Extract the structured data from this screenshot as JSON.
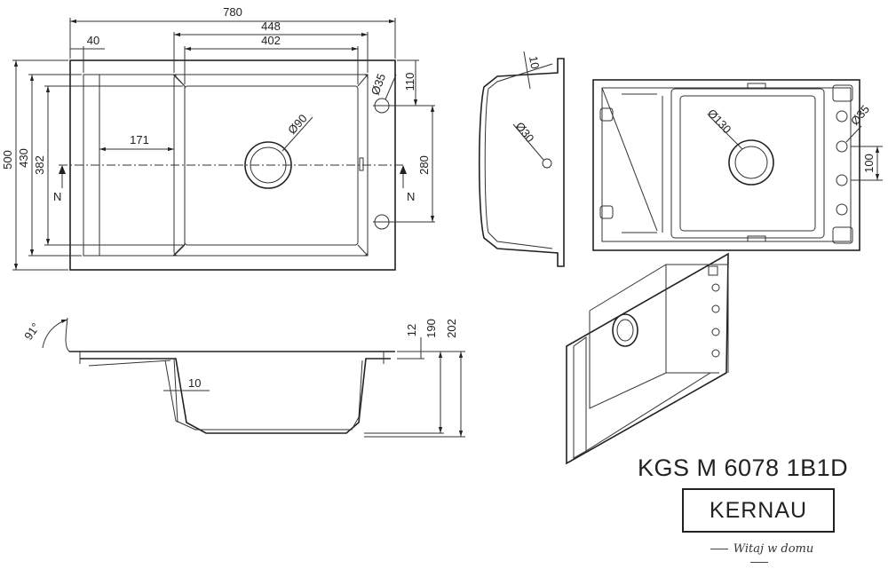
{
  "dimensions": {
    "top_view": {
      "overall_width": "780",
      "bowl_outer_width": "448",
      "bowl_inner_width": "402",
      "rim_offset": "40",
      "drainer_width": "171",
      "waste_diameter": "Ø90",
      "tap_hole_diameter": "Ø35",
      "tap_hole_offset": "110",
      "overflow_distance": "280",
      "height_outer": "500",
      "height_430": "430",
      "height_382": "382",
      "north_marker": "N"
    },
    "side_view_small": {
      "wall": "10",
      "hole_diameter": "Ø30"
    },
    "bottom_view": {
      "waste_diameter": "Ø130",
      "tap_hole_diameter": "Ø35",
      "hole_spacing": "100"
    },
    "section": {
      "angle": "91°",
      "rim": "12",
      "depth_190": "190",
      "depth_202": "202",
      "wall": "10"
    }
  },
  "product": {
    "model": "KGS M 6078 1B1D",
    "brand": "KERNAU",
    "tagline": "Witaj w domu"
  }
}
